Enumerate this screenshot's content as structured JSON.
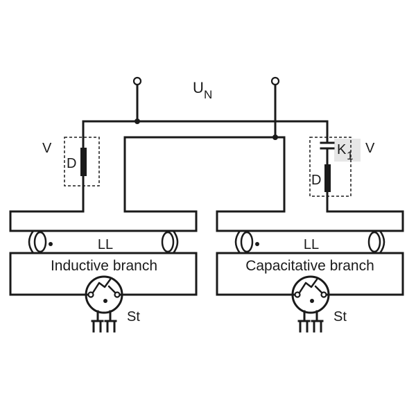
{
  "supply": {
    "label": "U",
    "label_subscript": "N"
  },
  "left_branch": {
    "name": "Inductive branch",
    "ballast_group_label": "V",
    "choke_label": "D",
    "lamp_label": "LL",
    "starter_label": "St"
  },
  "right_branch": {
    "name": "Capacitative branch",
    "ballast_group_label": "V",
    "capacitor_label": "K",
    "capacitor_label_subscript": "1",
    "choke_label": "D",
    "lamp_label": "LL",
    "starter_label": "St"
  },
  "colors": {
    "line": "#1a1a1a",
    "label_highlight": "#e6e6e6",
    "background": "#ffffff"
  }
}
